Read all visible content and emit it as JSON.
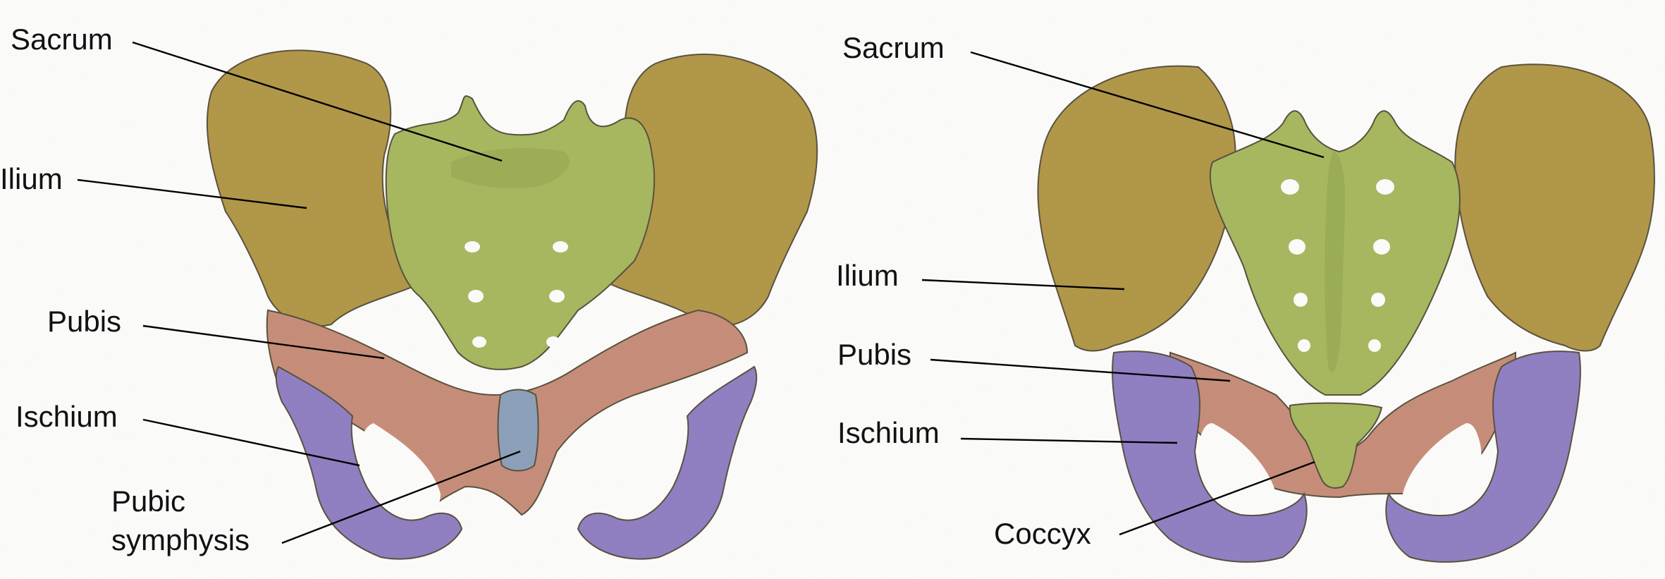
{
  "colors": {
    "ilium": "#b49a4a",
    "sacrum": "#a9bb62",
    "pubis": "#c9907c",
    "ischium": "#9282c6",
    "symphysis": "#8ea3be",
    "coccyx": "#a9bb62",
    "hole": "#ffffff"
  },
  "left_view": {
    "sacrum": "Sacrum",
    "ilium": "Ilium",
    "pubis": "Pubis",
    "ischium": "Ischium",
    "symphysis_line1": "Pubic",
    "symphysis_line2": "symphysis"
  },
  "right_view": {
    "sacrum": "Sacrum",
    "ilium": "Ilium",
    "pubis": "Pubis",
    "ischium": "Ischium",
    "coccyx": "Coccyx"
  }
}
